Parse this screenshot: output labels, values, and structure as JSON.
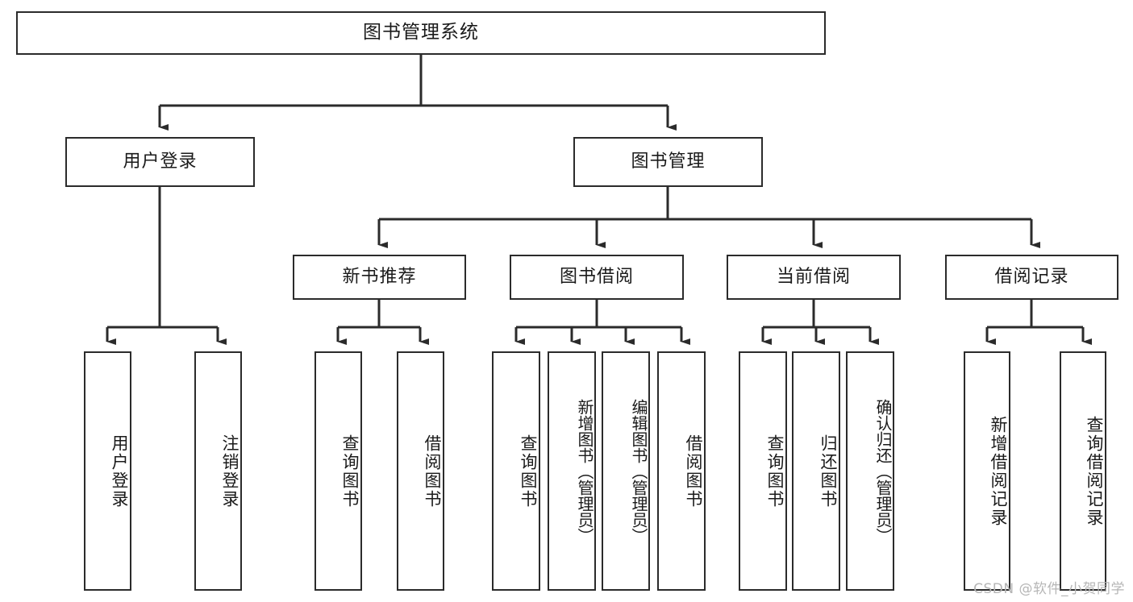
{
  "diagram": {
    "title": "图书管理系统",
    "watermark": "CSDN @软件_小贺同学",
    "type": "functional-structure-tree",
    "orientation": "top-down",
    "levels": 4,
    "colors": {
      "box_border": "#2b2b2b",
      "box_fill": "#ffffff",
      "connector": "#2b2b2b",
      "text": "#1a1a1a",
      "watermark": "#b6b6b6"
    },
    "root": {
      "label": "图书管理系统"
    },
    "level2": [
      {
        "label": "用户登录"
      },
      {
        "label": "图书管理"
      }
    ],
    "level3": [
      {
        "label": "新书推荐"
      },
      {
        "label": "图书借阅"
      },
      {
        "label": "当前借阅"
      },
      {
        "label": "借阅记录"
      }
    ],
    "leaves": {
      "user_login": [
        {
          "label": "用户登录"
        },
        {
          "label": "注销登录"
        }
      ],
      "new_book_recommend": [
        {
          "label": "查询图书"
        },
        {
          "label": "借阅图书"
        }
      ],
      "book_borrow": [
        {
          "label": "查询图书"
        },
        {
          "label": "新增图书（管理员）"
        },
        {
          "label": "编辑图书（管理员）"
        },
        {
          "label": "借阅图书"
        }
      ],
      "current_borrow": [
        {
          "label": "查询图书"
        },
        {
          "label": "归还图书"
        },
        {
          "label": "确认归还（管理员）"
        }
      ],
      "borrow_record": [
        {
          "label": "新增借阅记录"
        },
        {
          "label": "查询借阅记录"
        }
      ]
    }
  }
}
